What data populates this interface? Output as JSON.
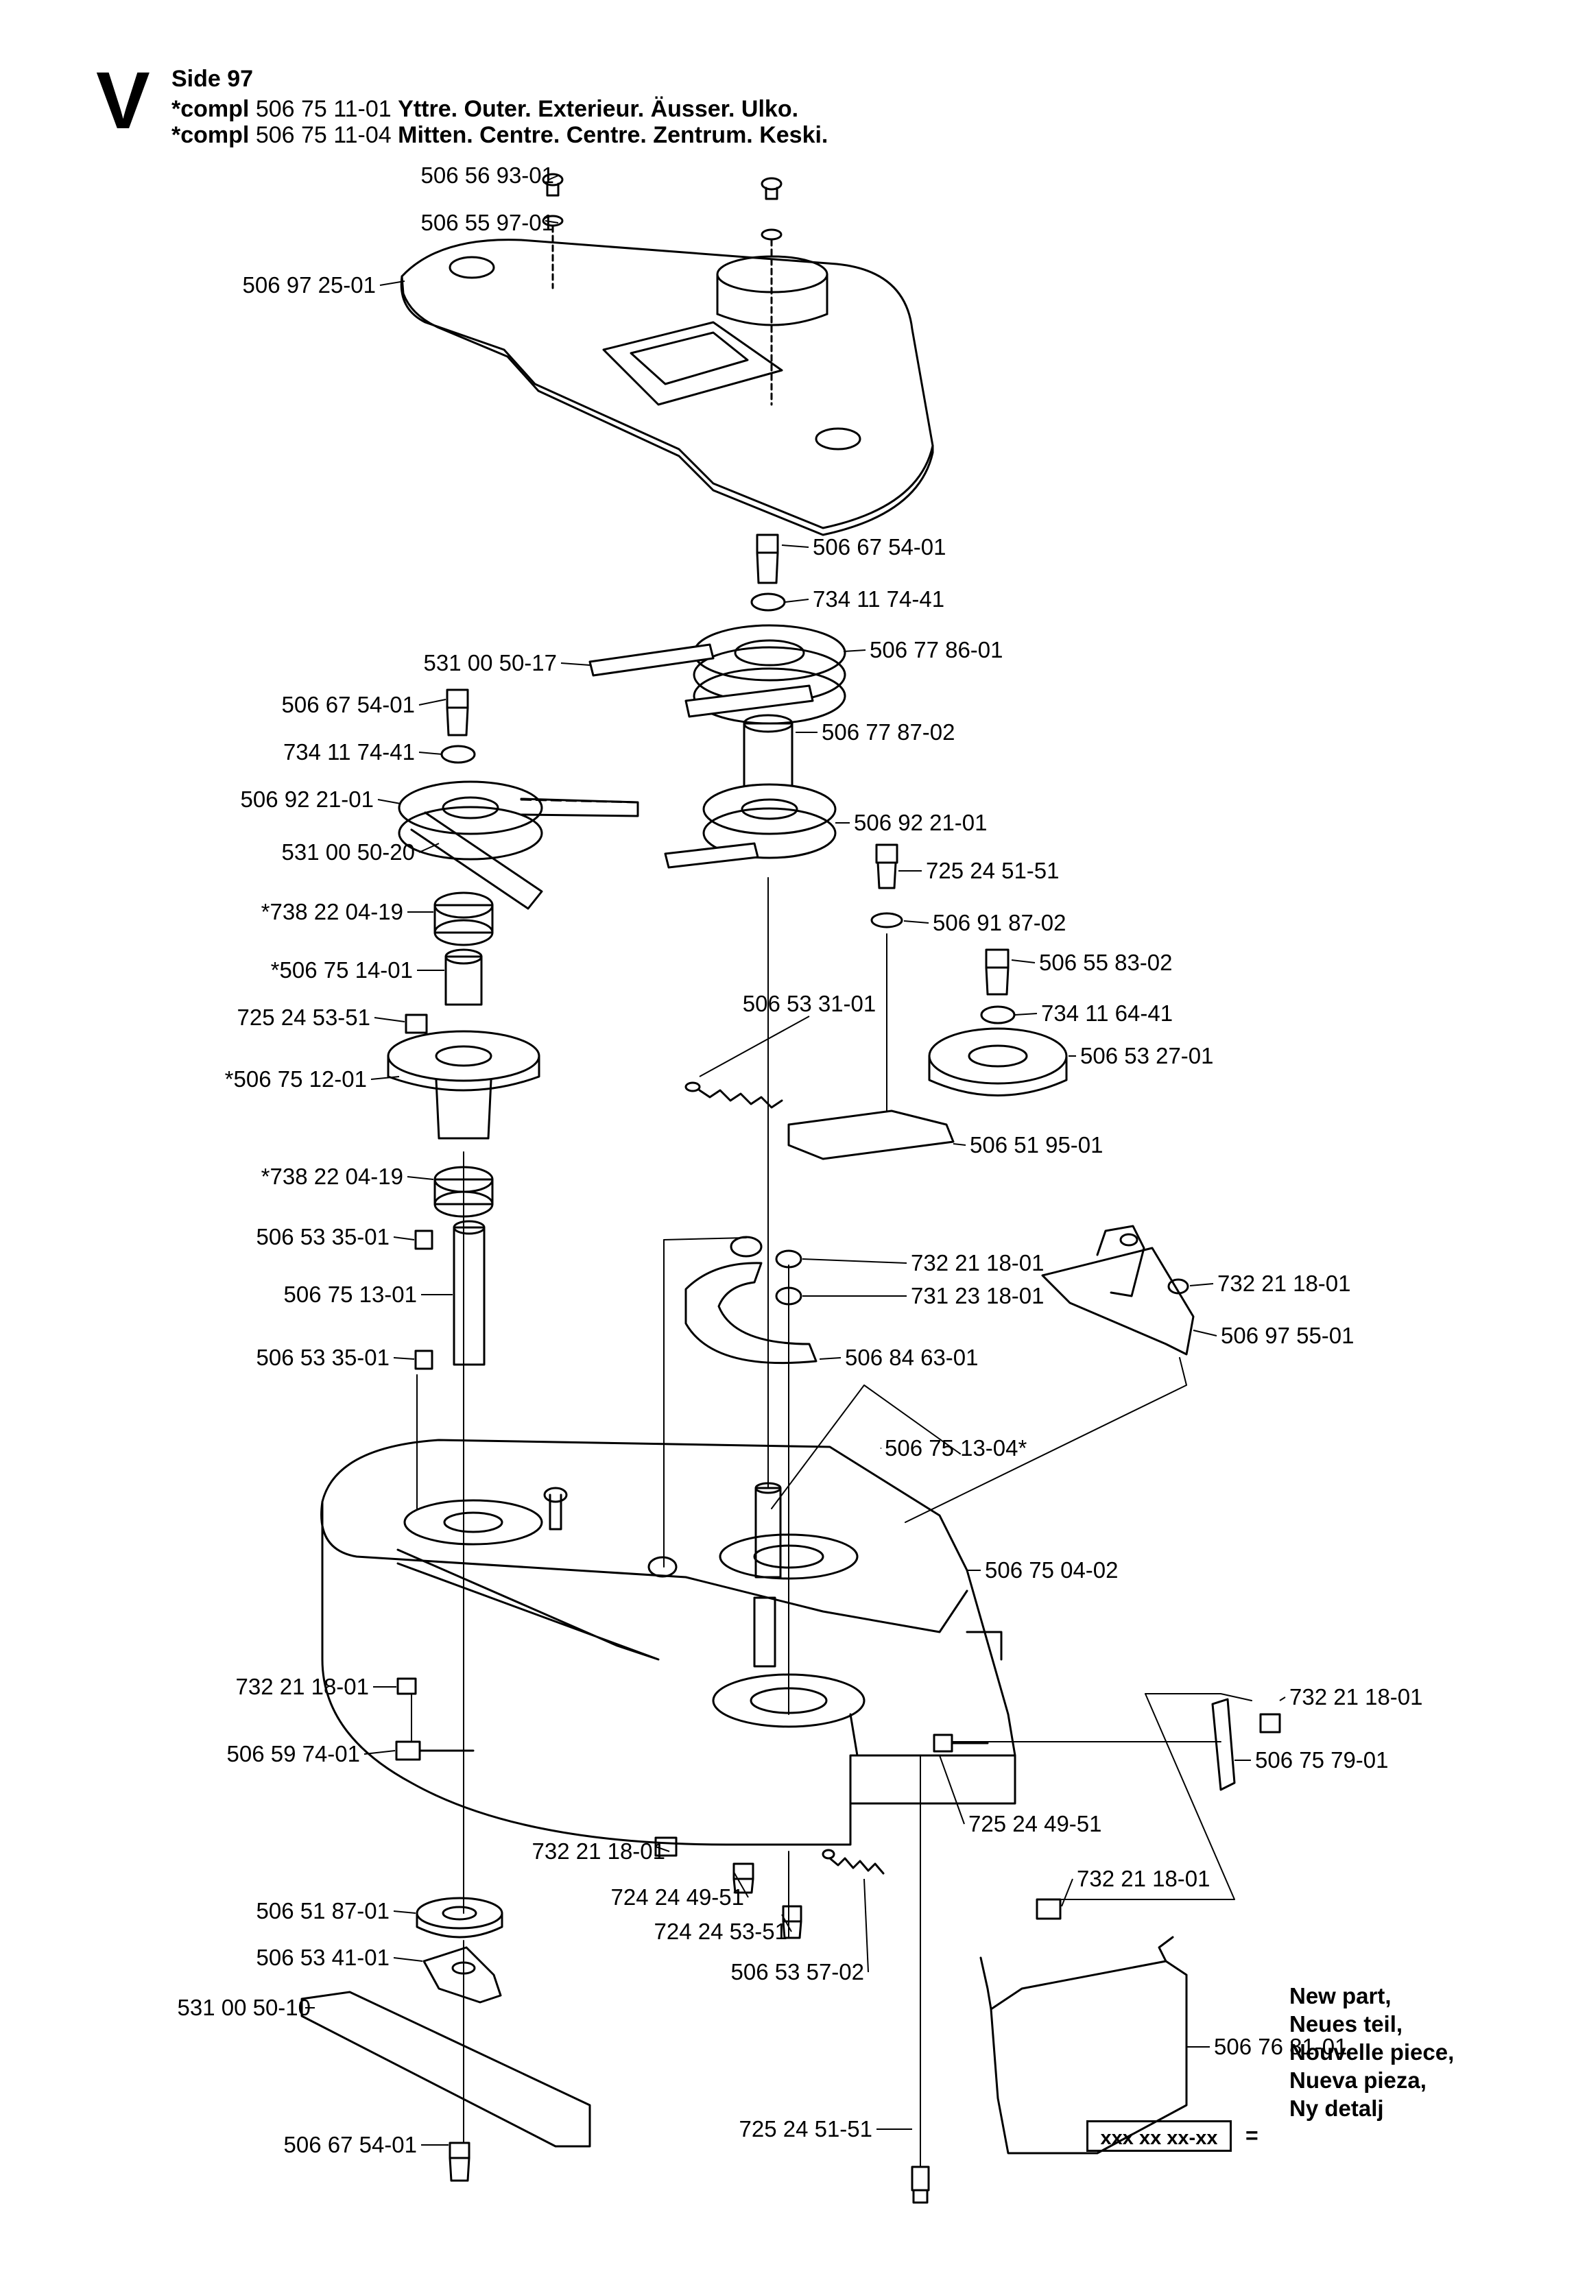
{
  "header": {
    "section_letter": "V",
    "page_label": "Side 97",
    "compl_prefix": "*compl",
    "compl_lines": [
      {
        "part": "506 75 11-01",
        "desc": "Yttre. Outer. Exterieur. Äusser. Ulko."
      },
      {
        "part": "506 75 11-04",
        "desc": "Mitten. Centre. Centre. Zentrum. Keski."
      }
    ]
  },
  "callouts": [
    {
      "id": "c1",
      "label": "506 56 93-01"
    },
    {
      "id": "c2",
      "label": "506 55 97-01"
    },
    {
      "id": "c3",
      "label": "506 97 25-01"
    },
    {
      "id": "c4",
      "label": "506 67 54-01"
    },
    {
      "id": "c5",
      "label": "734 11 74-41"
    },
    {
      "id": "c6",
      "label": "531 00 50-17"
    },
    {
      "id": "c7",
      "label": "506 77 86-01"
    },
    {
      "id": "c8",
      "label": "506 67 54-01"
    },
    {
      "id": "c9",
      "label": "506 77 87-02"
    },
    {
      "id": "c10",
      "label": "734 11 74-41"
    },
    {
      "id": "c11",
      "label": "506 92 21-01"
    },
    {
      "id": "c12",
      "label": "506 92 21-01"
    },
    {
      "id": "c13",
      "label": "531 00 50-20"
    },
    {
      "id": "c14",
      "label": "725 24 51-51"
    },
    {
      "id": "c15",
      "label": "*738 22 04-19"
    },
    {
      "id": "c16",
      "label": "506 91 87-02"
    },
    {
      "id": "c17",
      "label": "*506 75 14-01"
    },
    {
      "id": "c18",
      "label": "506 55 83-02"
    },
    {
      "id": "c19",
      "label": "506 53 31-01"
    },
    {
      "id": "c20",
      "label": "725 24 53-51"
    },
    {
      "id": "c21",
      "label": "734 11 64-41"
    },
    {
      "id": "c22",
      "label": "*506 75 12-01"
    },
    {
      "id": "c23",
      "label": "506 53 27-01"
    },
    {
      "id": "c24",
      "label": "506 51 95-01"
    },
    {
      "id": "c25",
      "label": "*738 22 04-19"
    },
    {
      "id": "c26",
      "label": "506 53 35-01"
    },
    {
      "id": "c27",
      "label": "732 21 18-01"
    },
    {
      "id": "c28",
      "label": "731 23 18-01"
    },
    {
      "id": "c29",
      "label": "732 21 18-01"
    },
    {
      "id": "c30",
      "label": "506 75 13-01"
    },
    {
      "id": "c31",
      "label": "506 97 55-01"
    },
    {
      "id": "c32",
      "label": "506 53 35-01"
    },
    {
      "id": "c33",
      "label": "506 84 63-01"
    },
    {
      "id": "c34",
      "label": "506 75 13-04*"
    },
    {
      "id": "c35",
      "label": "506 75 04-02"
    },
    {
      "id": "c36",
      "label": "732 21 18-01"
    },
    {
      "id": "c37",
      "label": "732 21 18-01"
    },
    {
      "id": "c38",
      "label": "506 59 74-01"
    },
    {
      "id": "c39",
      "label": "506 75 79-01"
    },
    {
      "id": "c40",
      "label": "725 24 49-51"
    },
    {
      "id": "c41",
      "label": "732 21 18-01"
    },
    {
      "id": "c42",
      "label": "732 21 18-01"
    },
    {
      "id": "c43",
      "label": "724 24 49-51"
    },
    {
      "id": "c44",
      "label": "506 51 87-01"
    },
    {
      "id": "c45",
      "label": "724 24 53-51"
    },
    {
      "id": "c46",
      "label": "506 53 41-01"
    },
    {
      "id": "c47",
      "label": "506 53 57-02"
    },
    {
      "id": "c48",
      "label": "531 00 50-10"
    },
    {
      "id": "c49",
      "label": "506 76 81-01"
    },
    {
      "id": "c50",
      "label": "725 24 51-51"
    },
    {
      "id": "c51",
      "label": "506 67 54-01"
    }
  ],
  "legend": {
    "box_text": "xxx xx xx-xx",
    "equals": "=",
    "lines": [
      "New part,",
      "Neues teil,",
      "Nouvelle piece,",
      "Nueva pieza,",
      "Ny detalj"
    ]
  }
}
